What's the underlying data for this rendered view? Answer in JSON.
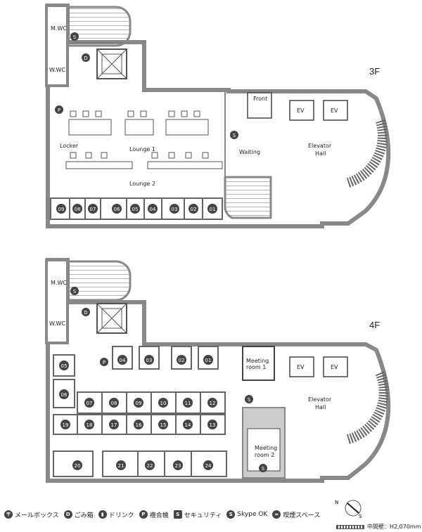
{
  "floors": [
    {
      "id": "3f",
      "label": "3F",
      "rooms": {
        "mwc": "M.WC",
        "wwc": "W.WC",
        "front": "Front",
        "locker": "Locker",
        "lounge1": "Lounge 1",
        "lounge2": "Lounge 2",
        "waiting": "Waiting",
        "elevator_hall_1": "Elevator",
        "elevator_hall_2": "Hall",
        "ev": "EV"
      },
      "booths": [
        "09",
        "08",
        "07",
        "06",
        "05",
        "04",
        "03",
        "02",
        "01"
      ]
    },
    {
      "id": "4f",
      "label": "4F",
      "rooms": {
        "mwc": "M.WC",
        "wwc": "W.WC",
        "meeting1_1": "Meeting",
        "meeting1_2": "room 1",
        "meeting2_1": "Meeting",
        "meeting2_2": "room 2",
        "elevator_hall_1": "Elevator",
        "elevator_hall_2": "Hall",
        "ev": "EV"
      },
      "booths_top": [
        "04",
        "03",
        "02",
        "01"
      ],
      "booth_05": "05",
      "booth_06": "06",
      "booths_mid": [
        "07",
        "08",
        "09",
        "10",
        "11",
        "12"
      ],
      "booths_low": [
        "19",
        "18",
        "17",
        "16",
        "15",
        "14",
        "13"
      ],
      "booths_bottom": [
        "20",
        "21",
        "22",
        "23",
        "24"
      ]
    }
  ],
  "markers": {
    "p": "P",
    "s": "S",
    "d": "D"
  },
  "legend": [
    {
      "icon": "〒",
      "label": "メールボックス",
      "name": "mailbox"
    },
    {
      "icon": "D",
      "label": "ごみ箱",
      "name": "trash"
    },
    {
      "icon": "▮",
      "label": "ドリンク",
      "name": "drink"
    },
    {
      "icon": "P",
      "label": "複合機",
      "name": "printer"
    },
    {
      "icon": "S",
      "label": "セキュリティ",
      "name": "security"
    },
    {
      "icon": "S",
      "label": "Skype OK",
      "name": "skype"
    },
    {
      "icon": "≈",
      "label": "喫煙スペース",
      "name": "smoking"
    }
  ],
  "compass": {
    "n": "N",
    "s": "S"
  },
  "wall_note": "中間壁：H2,070mm"
}
